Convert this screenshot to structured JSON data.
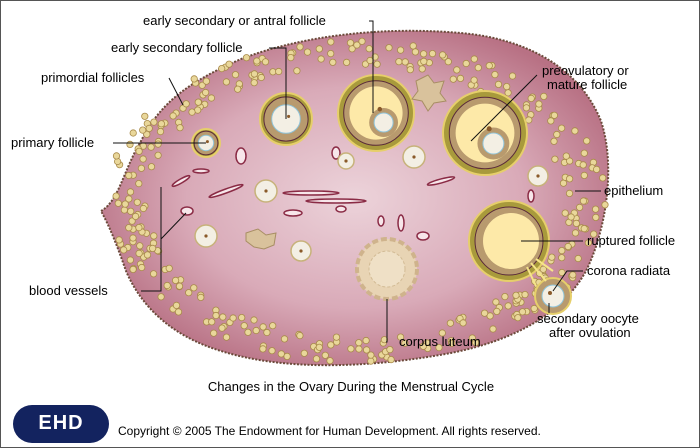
{
  "labels": {
    "antral": "early secondary or antral follicle",
    "early_secondary": "early secondary follicle",
    "primordial": "primordial follicles",
    "primary": "primary follicle",
    "preovulatory_1": "preovulatory or",
    "preovulatory_2": "mature follicle",
    "epithelium": "epithelium",
    "ruptured": "ruptured follicle",
    "corona": "corona radiata",
    "oocyte_1": "secondary oocyte",
    "oocyte_2": "after ovulation",
    "blood_vessels": "blood vessels",
    "corpus_luteum": "corpus luteum"
  },
  "caption": "Changes in the Ovary During the Menstrual Cycle",
  "logo": "EHD",
  "copyright": "Copyright © 2005 The Endowment for Human Development. All rights reserved.",
  "colors": {
    "stroma": "#c48496",
    "stroma_light": "#ecd3da",
    "follicle_rim": "#a89a3c",
    "granulosa": "#b89a6e",
    "antrum": "#fde9a8",
    "oocyte": "#f3efe4",
    "logo": "#13235f"
  }
}
